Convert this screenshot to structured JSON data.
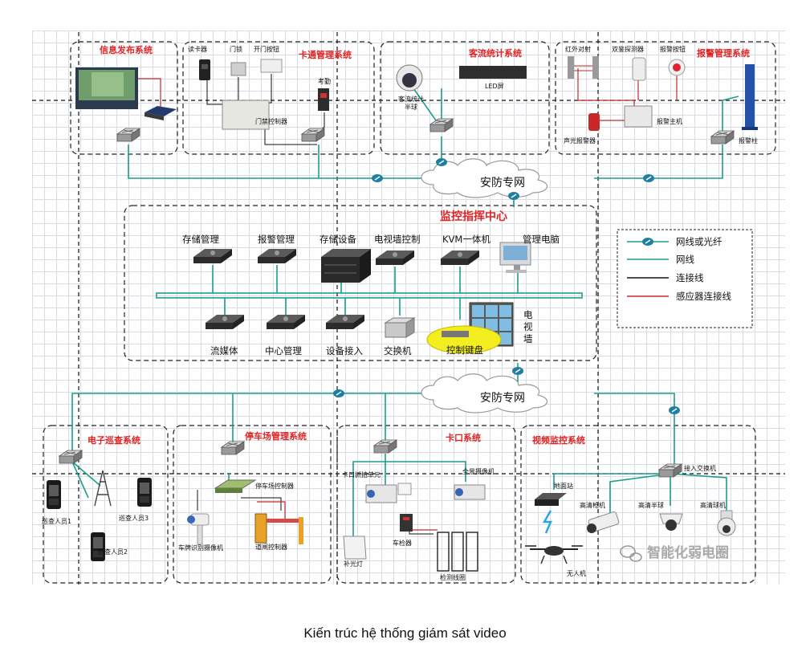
{
  "systems": {
    "info_release": "信息发布系统",
    "access": "卡通管理系统",
    "passenger": "客流统计系统",
    "alarm": "报警管理系统",
    "monitor_center": "监控指挥中心",
    "patrol": "电子巡查系统",
    "parking": "停车场管理系统",
    "checkpoint": "卡口系统",
    "video": "视频监控系统"
  },
  "network": {
    "top": "安防专网",
    "bottom": "安防专网"
  },
  "devices": {
    "access": {
      "card_reader": "读卡器",
      "door_lock": "门锁",
      "open_button": "开门按钮",
      "attendance": "考勤",
      "door_controller": "门禁控制器"
    },
    "passenger": {
      "camera": "客流统计\n半球",
      "led": "LED屏"
    },
    "alarm": {
      "infrared": "红外对射",
      "dual_detector": "双鉴探测器",
      "alarm_button": "报警按钮",
      "host": "报警主机",
      "siren": "声光报警器",
      "post": "报警柱"
    },
    "center": {
      "storage_mgmt": "存储管理",
      "alarm_mgmt": "报警管理",
      "storage_device": "存储设备",
      "tv_wall_ctrl": "电视墙控制",
      "kvm": "KVM一体机",
      "mgmt_pc": "管理电脑",
      "streaming": "流媒体",
      "center_mgmt": "中心管理",
      "device_access": "设备接入",
      "switch": "交换机",
      "keyboard": "控制键盘",
      "tv_wall": "电\n视\n墙"
    },
    "patrol": {
      "p1": "巡查人员1",
      "p2": "巡查人员2",
      "p3": "巡查人员3"
    },
    "parking": {
      "controller": "停车场控制器",
      "plate_camera": "车牌识别摄像机",
      "gate": "道闸控制器"
    },
    "checkpoint": {
      "capture_unit": "卡口抓拍单元",
      "panorama": "全景摄像机",
      "fill_light": "补光灯",
      "detector": "车检器",
      "loop": "检测线圈"
    },
    "video": {
      "ground_station": "地面站",
      "access_switch": "接入交换机",
      "bullet": "高清枪机",
      "half_dome": "高清半球",
      "dome": "高清球机",
      "drone": "无人机"
    }
  },
  "legend": {
    "items": [
      {
        "label": "网线或光纤",
        "color": "#1c8f8a",
        "kind": "fiber"
      },
      {
        "label": "网线",
        "color": "#1c9e8e",
        "kind": "line"
      },
      {
        "label": "连接线",
        "color": "#111111",
        "kind": "line"
      },
      {
        "label": "感应器连接线",
        "color": "#c42a2a",
        "kind": "line"
      }
    ]
  },
  "watermark": "智能化弱电圈",
  "caption": "Kiến trúc hệ thống giám sát video",
  "colors": {
    "title": "#e02222",
    "network": "#1c9e8e",
    "sensor": "#c42a2a",
    "connect": "#111111"
  }
}
